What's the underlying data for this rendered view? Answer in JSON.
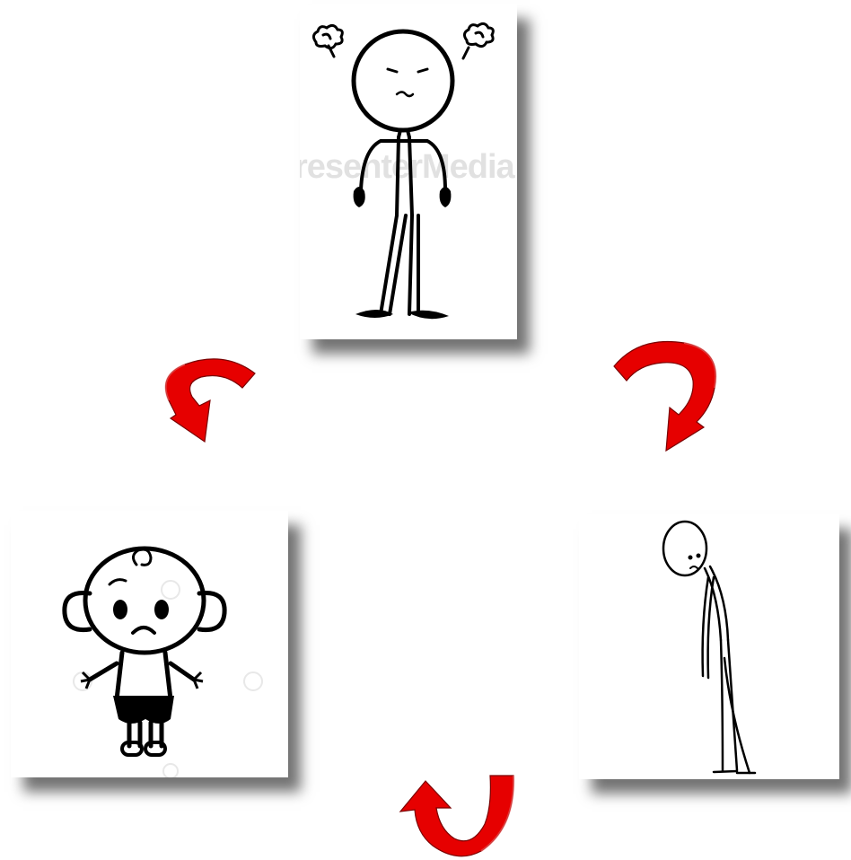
{
  "cards": {
    "angry": {
      "figure": "angry-stick-figure",
      "watermark": "resenterMedia"
    },
    "baby": {
      "figure": "sad-baby-figure"
    },
    "sad": {
      "figure": "sad-slouching-stick-figure"
    }
  },
  "arrows": {
    "color": "#e60000",
    "top_left": "curved-arrow-icon",
    "top_right": "curved-arrow-icon",
    "bottom": "u-turn-arrow-icon"
  }
}
